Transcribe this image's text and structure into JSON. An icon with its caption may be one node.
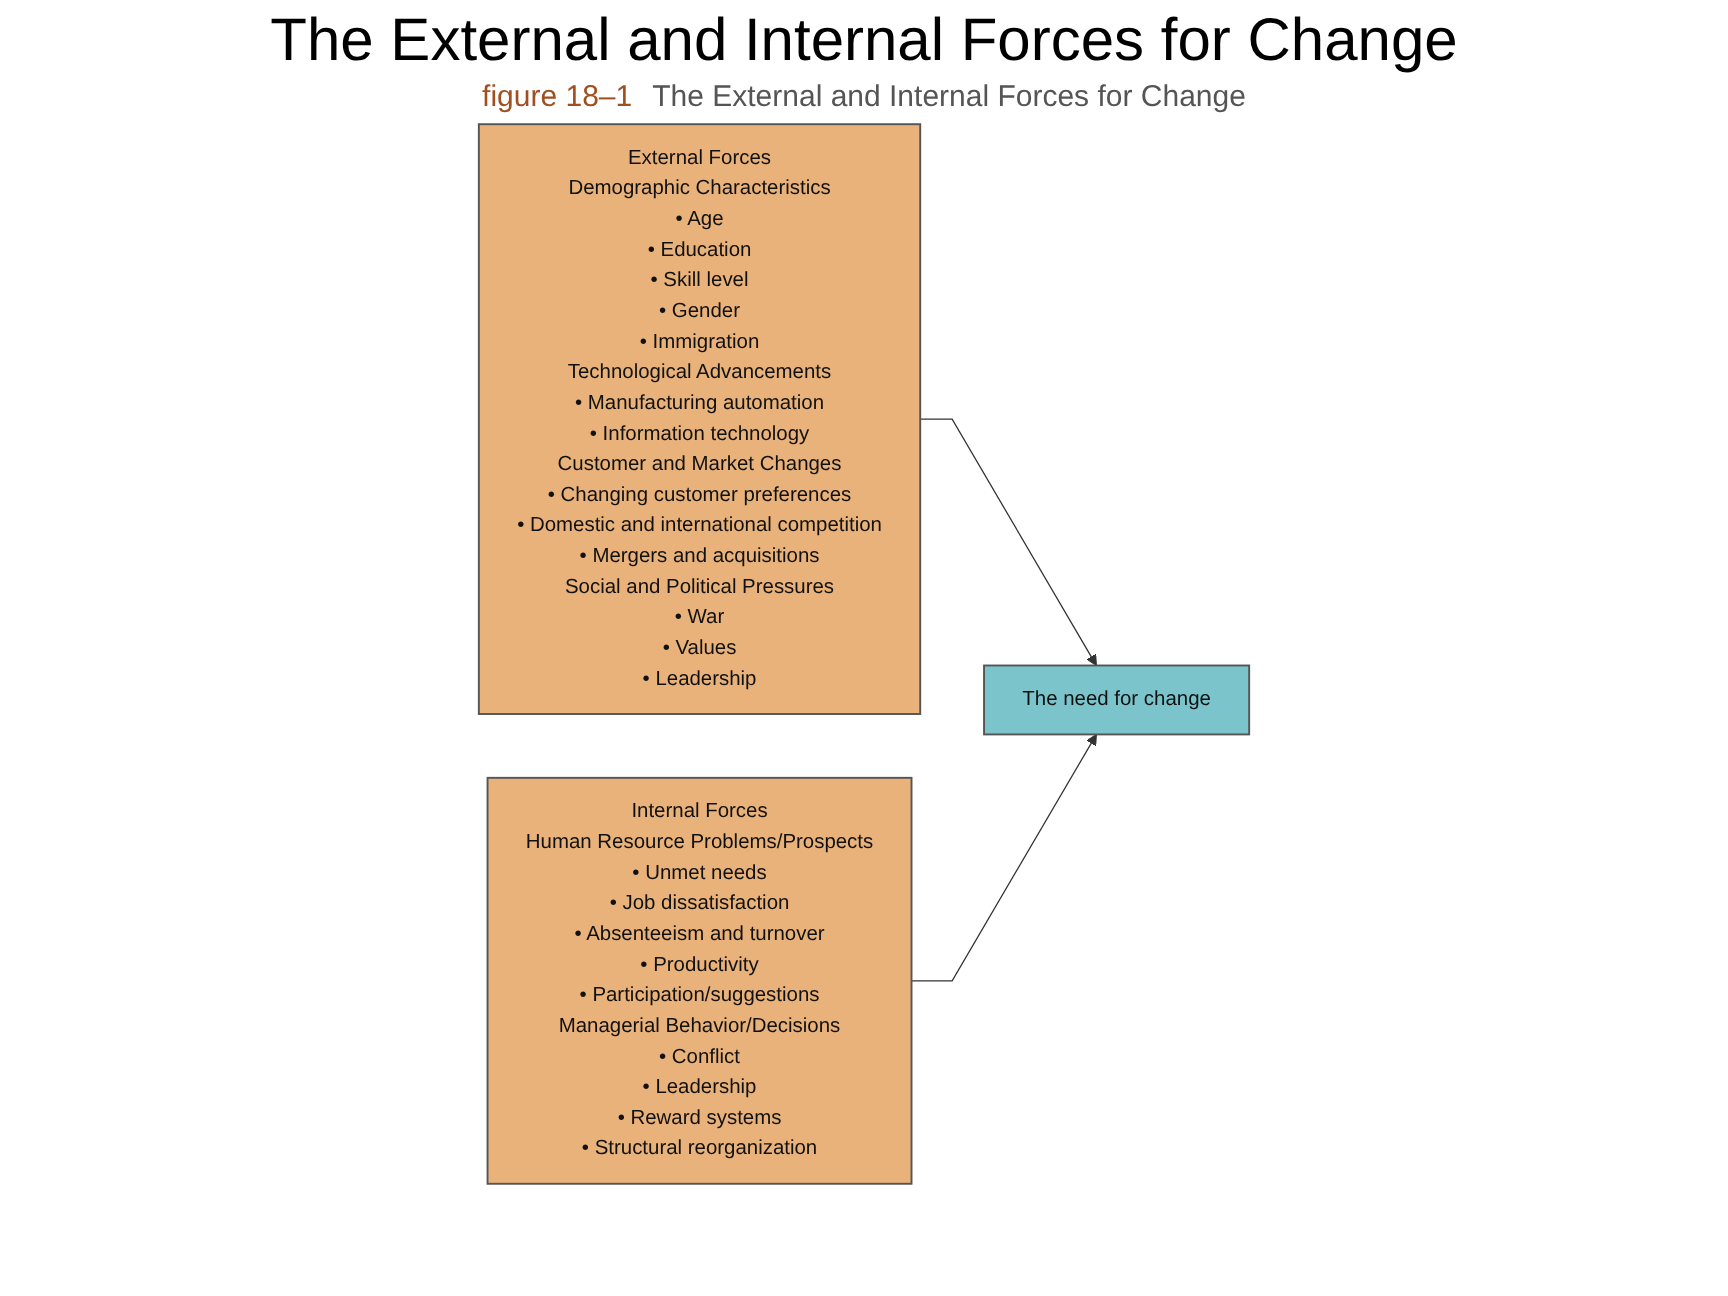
{
  "diagram": {
    "title": "The External and Internal Forces for Change",
    "nodes": [
      {
        "text": [
          "External Forces",
          "Demographic Characteristics",
          "• Age",
          "• Education",
          "• Skill level",
          "• Gender",
          "• Immigration",
          "Technological Advancements",
          "• Manufacturing automation",
          "• Information technology",
          "Customer and Market Changes",
          "• Changing customer preferences",
          "• Domestic and international competition",
          "• Mergers and acquisitions",
          "Social and Political Pressures",
          "• War",
          "• Values",
          "• Leadership"
        ]
      },
      {
        "text": [
          "Internal Forces",
          "Human Resource Problems/Prospects",
          "• Unmet needs",
          "• Job dissatisfaction",
          "• Absenteeism and turnover",
          "• Productivity",
          "• Participation/suggestions",
          "Managerial Behavior/Decisions",
          "• Conflict",
          "• Leadership",
          "• Reward systems",
          "• Structural reorganization"
        ]
      },
      {
        "text": [
          "The need for change"
        ]
      }
    ],
    "edges": [
      {
        "from": 0,
        "to": 2,
        "arrow": "to"
      },
      {
        "from": 1,
        "to": 2,
        "arrow": "to"
      }
    ],
    "labels": [
      "figure 18–1",
      "The External and Internal Forces for Change"
    ]
  }
}
